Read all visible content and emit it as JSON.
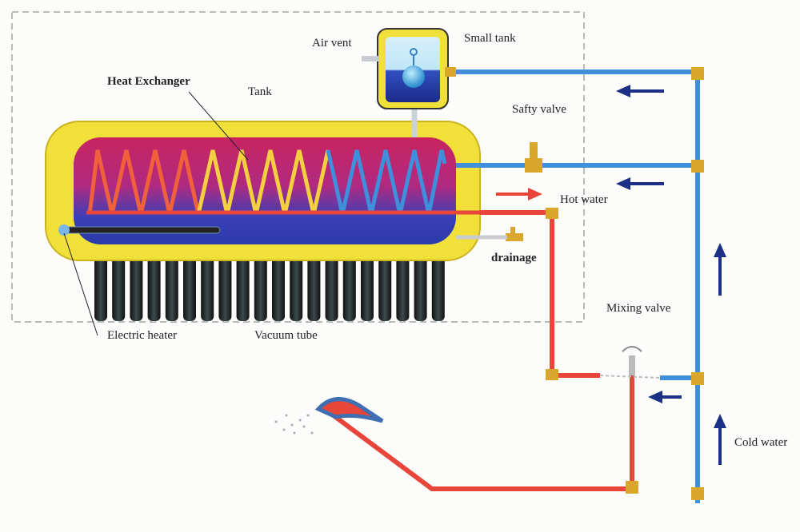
{
  "labels": {
    "air_vent": "Air vent",
    "small_tank": "Small tank",
    "heat_exchanger": "Heat Exchanger",
    "tank": "Tank",
    "safety_valve": "Safty valve",
    "hot_water": "Hot water",
    "drainage": "drainage",
    "mixing_valve": "Mixing valve",
    "electric_heater": "Electric heater",
    "vacuum_tube": "Vacuum tube",
    "cold_water": "Cold water"
  },
  "colors": {
    "hot": "#e8463a",
    "cold": "#3f8fdc",
    "arrow_blue": "#1c2f86",
    "tank_yellow": "#f2e03a",
    "brass": "#d9a72b"
  }
}
